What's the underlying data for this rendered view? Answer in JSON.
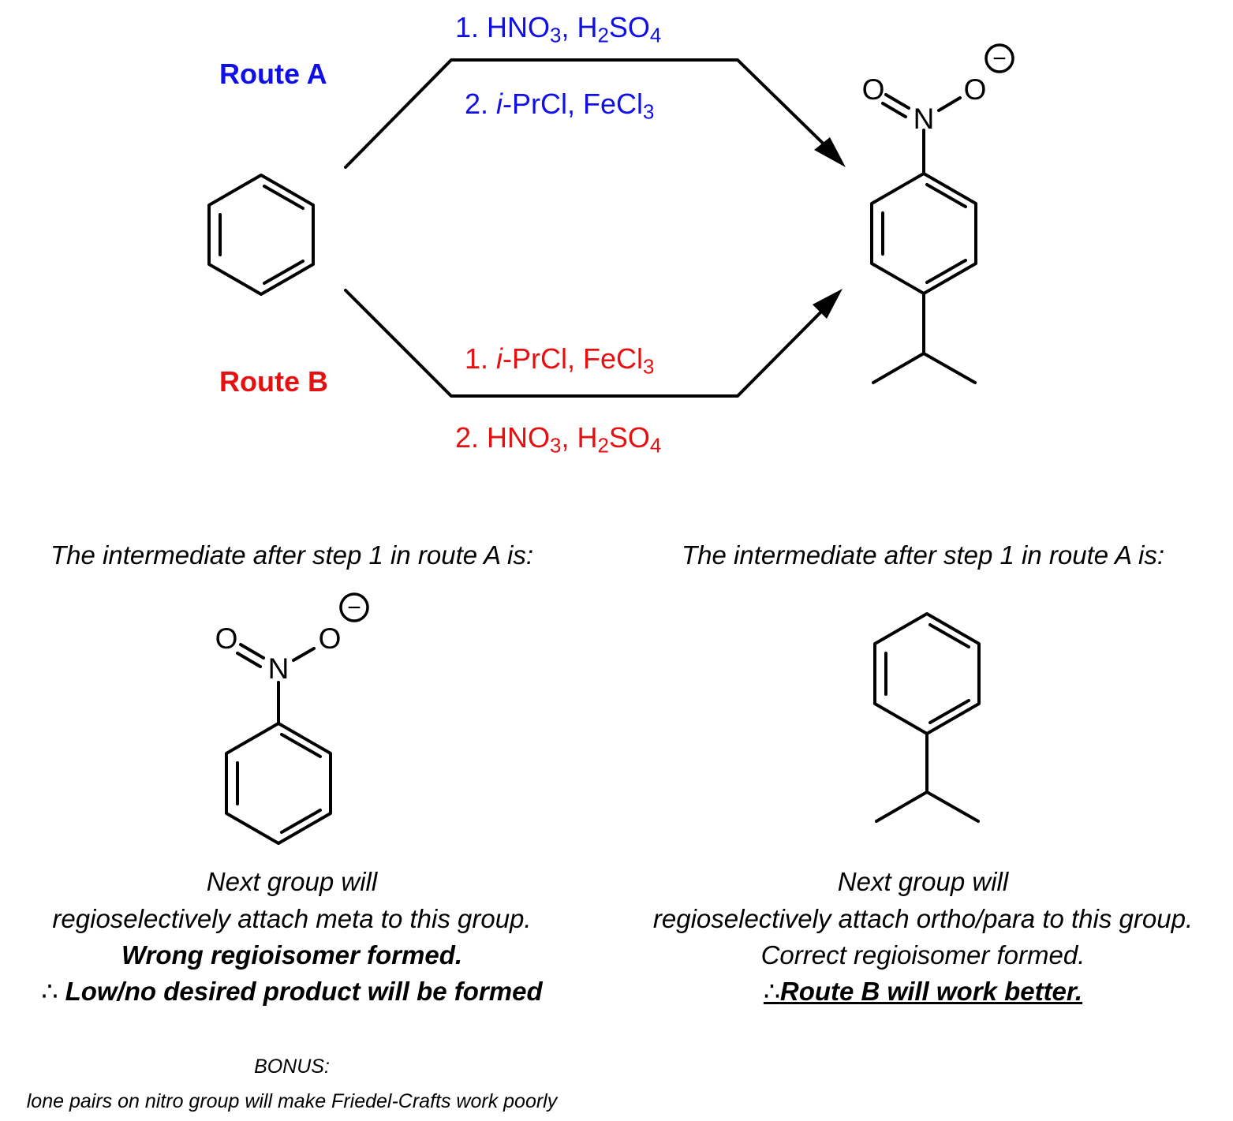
{
  "routes": {
    "a": {
      "label": "Route A",
      "color": "#1010e6",
      "step1": {
        "num": "1.",
        "text": "HNO",
        "sub1": "3",
        "mid": ", H",
        "sub2": "2",
        "tail": "SO",
        "sub3": "4"
      },
      "step2": {
        "num": "2.",
        "italic": "i",
        "text": "-PrCl, FeCl",
        "sub": "3"
      }
    },
    "b": {
      "label": "Route B",
      "color": "#e61010",
      "step1": {
        "num": "1.",
        "italic": "i",
        "text": "-PrCl, FeCl",
        "sub": "3"
      },
      "step2": {
        "num": "2.",
        "text": "HNO",
        "sub1": "3",
        "mid": ", H",
        "sub2": "2",
        "tail": "SO",
        "sub3": "4"
      }
    }
  },
  "atoms": {
    "oxygen": "O",
    "nitrogen": "N",
    "charge": "−"
  },
  "left_panel": {
    "heading": "The intermediate after step 1 in route A is:",
    "line1": "Next group will",
    "line2": "regioselectively attach meta to this group.",
    "line3": "Wrong regioisomer formed.",
    "line4_symbol": "∴",
    "line4": "Low/no desired product will be formed"
  },
  "right_panel": {
    "heading": "The intermediate after step 1 in route A is:",
    "line1": "Next group will",
    "line2": "regioselectively attach ortho/para to this group.",
    "line3": "Correct regioisomer formed.",
    "line4_symbol": "∴",
    "line4": "Route B will work better."
  },
  "bonus": {
    "title": "BONUS:",
    "text": "lone pairs on nitro group will make Friedel-Crafts work poorly"
  }
}
